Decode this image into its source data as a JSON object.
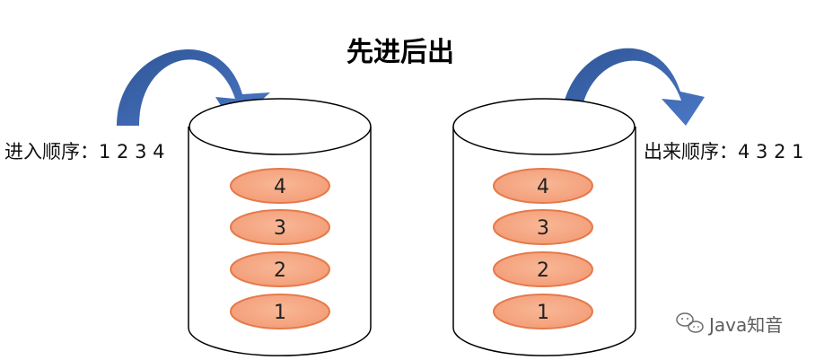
{
  "title": "先进后出",
  "left_container": {
    "sequence_label": "进入顺序：1 2 3 4",
    "items": [
      "4",
      "3",
      "2",
      "1"
    ]
  },
  "right_container": {
    "sequence_label": "出来顺序：4 3 2 1",
    "items": [
      "4",
      "3",
      "2",
      "1"
    ]
  },
  "watermark": {
    "text": "Java知音",
    "icon": "wechat-icon"
  },
  "colors": {
    "arrow": "#3f67ad",
    "item_fill": "#f3a27e",
    "item_stroke": "#e57a4a",
    "container_stroke": "#000000"
  }
}
